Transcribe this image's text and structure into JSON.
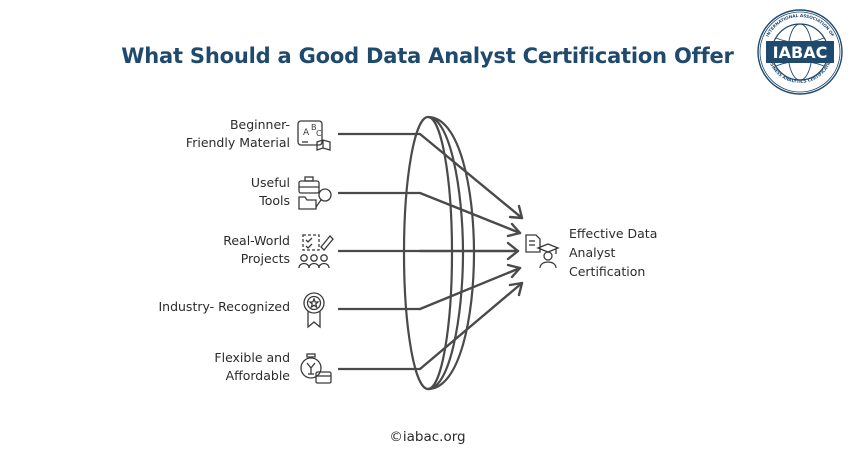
{
  "title": "What Should a Good Data Analyst Certification Offer",
  "logo": {
    "text": "IABAC",
    "ring_text": "INTERNATIONAL ASSOCIATION OF BUSINESS ANALYTICS CERTIFICATION",
    "color": "#1f4a6e"
  },
  "inputs": [
    {
      "line1": "Beginner-",
      "line2": "Friendly Material",
      "icon": "abc-book-icon"
    },
    {
      "line1": "Useful",
      "line2": "Tools",
      "icon": "toolbox-search-icon"
    },
    {
      "line1": "Real-World",
      "line2": "Projects",
      "icon": "checklist-team-icon"
    },
    {
      "line1": "Industry- Recognized",
      "line2": "",
      "icon": "award-badge-icon"
    },
    {
      "line1": "Flexible and",
      "line2": "Affordable",
      "icon": "timer-wallet-icon"
    }
  ],
  "outcome": {
    "line1": "Effective Data",
    "line2": "Analyst",
    "line3": "Certification",
    "icon": "certified-graduate-icon"
  },
  "footer": "©iabac.org",
  "colors": {
    "title": "#1f4a6e",
    "lines": "#4a4a4a",
    "text": "#2b2b2b"
  }
}
